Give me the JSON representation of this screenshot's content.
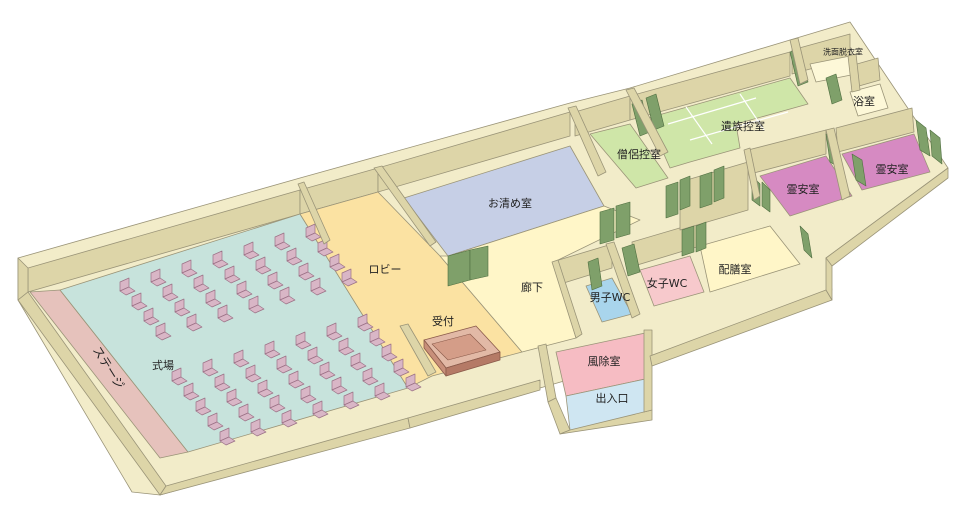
{
  "floor_plan": {
    "colors": {
      "wall_top": "#f2ecc9",
      "wall_side": "#ddd5a8",
      "wall_outline": "#9a9478",
      "door": "#7fa06a",
      "chair": "#d9b6c6",
      "chair_edge": "#9b7186"
    },
    "rooms": {
      "stage": {
        "label": "ステージ",
        "color": "#e6c2bc"
      },
      "ceremony_hall": {
        "label": "式場",
        "color": "#c7e3dc"
      },
      "lobby": {
        "label": "ロビー",
        "color": "#fbe2a2"
      },
      "purification_room": {
        "label": "お清め室",
        "color": "#c6cfe6"
      },
      "corridor": {
        "label": "廊下",
        "color": "#fff6c8"
      },
      "reception": {
        "label": "受付",
        "color": "#fde7b0"
      },
      "priest_waiting_room": {
        "label": "僧侶控室",
        "color": "#cfe6a8"
      },
      "family_waiting_room": {
        "label": "遺族控室",
        "color": "#cfe6a8"
      },
      "changing_room": {
        "label": "洗面脱衣室",
        "color": "#fdf8d8"
      },
      "bath_room": {
        "label": "浴室",
        "color": "#fdf8d8"
      },
      "spirit_room_1": {
        "label": "霊安室",
        "color": "#d68ac2"
      },
      "spirit_room_2": {
        "label": "霊安室",
        "color": "#d68ac2"
      },
      "pantry": {
        "label": "配膳室",
        "color": "#fff6c8"
      },
      "mens_wc": {
        "label": "男子WC",
        "color": "#a9d5ec"
      },
      "womens_wc": {
        "label": "女子WC",
        "color": "#f7c9cc"
      },
      "windbreak_room": {
        "label": "風除室",
        "color": "#f6bcc3"
      },
      "entrance": {
        "label": "出入口",
        "color": "#cfe6f2"
      }
    }
  }
}
